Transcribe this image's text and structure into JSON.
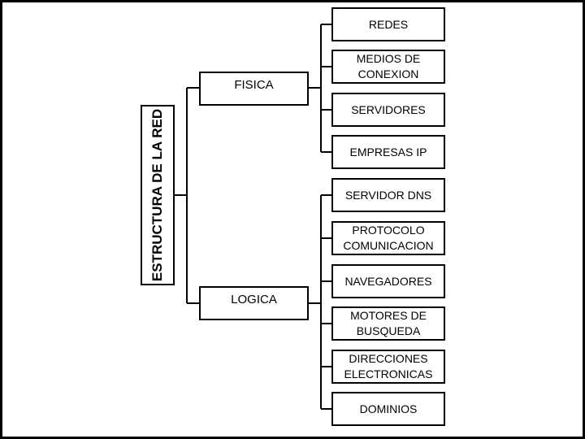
{
  "root": {
    "label": "ESTRUCTURA DE LA RED"
  },
  "branches": [
    {
      "label": "FISICA",
      "children": [
        "REDES",
        "MEDIOS DE CONEXION",
        "SERVIDORES",
        "EMPRESAS IP"
      ]
    },
    {
      "label": "LOGICA",
      "children": [
        "SERVIDOR DNS",
        "PROTOCOLO COMUNICACION",
        "NAVEGADORES",
        "MOTORES DE BUSQUEDA",
        "DIRECCIONES ELECTRONICAS",
        "DOMINIOS"
      ]
    }
  ]
}
